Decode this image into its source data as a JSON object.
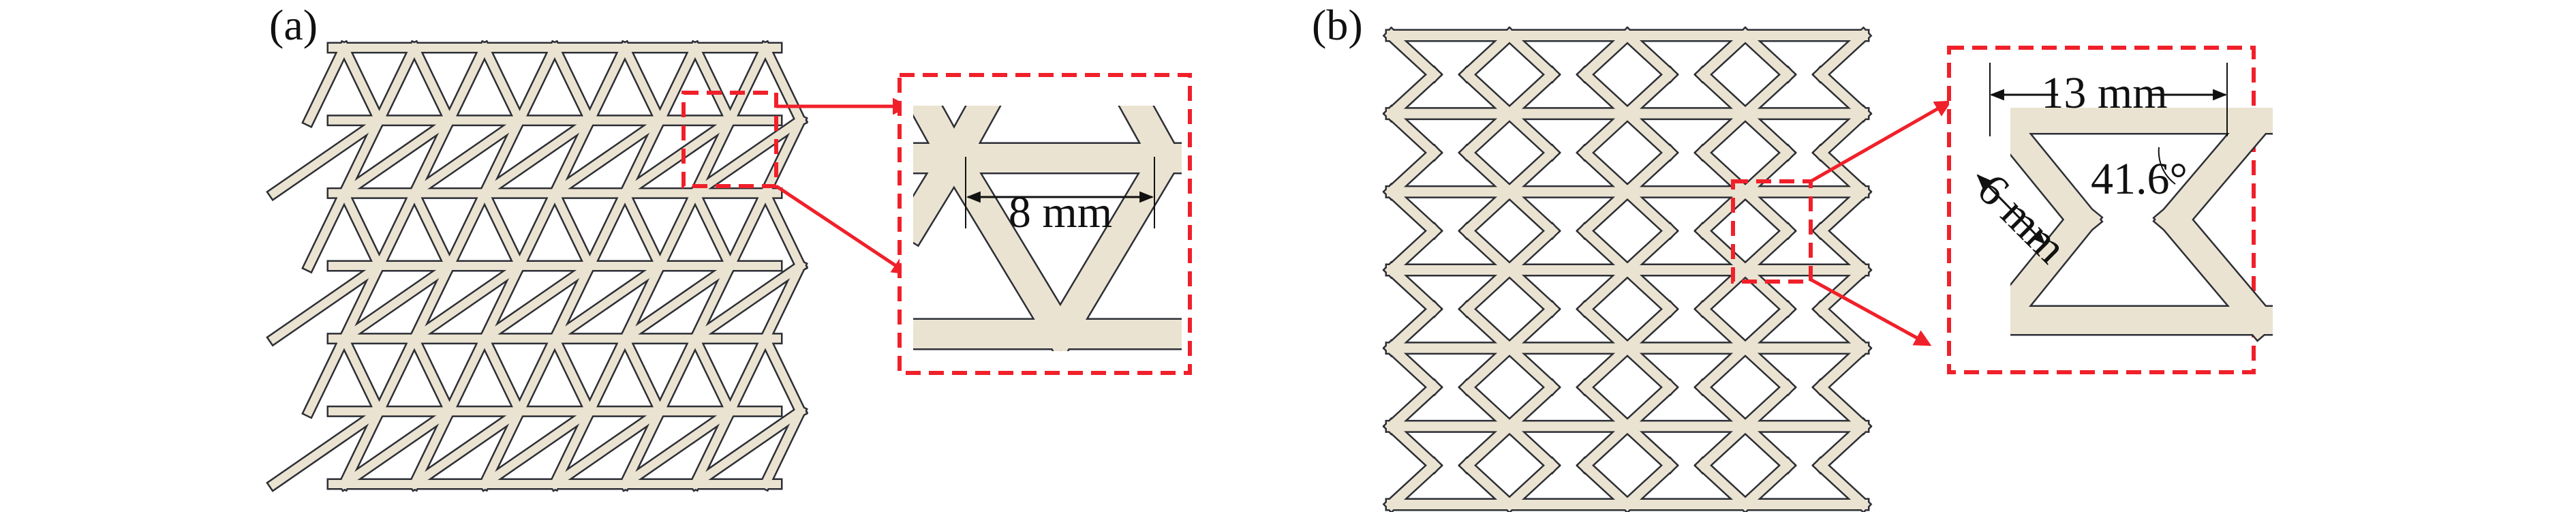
{
  "figure": {
    "panels": [
      {
        "id": "a",
        "label": "(a)",
        "structure": "triangular lattice",
        "cell_rows": 6,
        "cell_columns": 6,
        "detail_inset": {
          "dimension_label": "8 mm",
          "dimension_value_mm": 8
        }
      },
      {
        "id": "b",
        "label": "(b)",
        "structure": "re-entrant (auxetic) lattice",
        "cell_rows": 6,
        "cell_columns": 4,
        "detail_inset": {
          "width_label": "13 mm",
          "width_value_mm": 13,
          "strut_label": "6 mm",
          "strut_value_mm": 6,
          "angle_label": "41.6°",
          "angle_value_deg": 41.6
        }
      }
    ],
    "colors": {
      "material": "#ebe3d1",
      "edge": "#2c2f36",
      "highlight": "#f0202a",
      "annotation": "#111111"
    }
  }
}
